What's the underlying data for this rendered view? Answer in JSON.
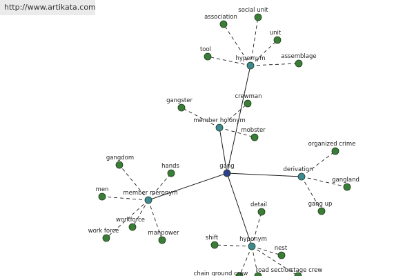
{
  "banner": {
    "url": "http://www.artikata.com"
  },
  "colors": {
    "center_node": "#2b3f8c",
    "relation_node": "#3d8a93",
    "leaf_node": "#3a7d36",
    "edge": "#1a1a1a"
  },
  "graph": {
    "center": {
      "id": "gang",
      "label": "gang"
    },
    "relations": [
      {
        "id": "hypernym",
        "label": "hypernym",
        "children": [
          "association",
          "social unit",
          "unit",
          "tool",
          "assemblage"
        ]
      },
      {
        "id": "member-holonym",
        "label": "member holonym",
        "children": [
          "gangster",
          "crewman",
          "mobster"
        ]
      },
      {
        "id": "derivation",
        "label": "derivation",
        "children": [
          "organized crime",
          "gangland",
          "gang up"
        ]
      },
      {
        "id": "member-meronym",
        "label": "member meronym",
        "children": [
          "gangdom",
          "hands",
          "men",
          "workforce",
          "work force",
          "manpower"
        ]
      },
      {
        "id": "hyponym",
        "label": "hyponym",
        "children": [
          "detail",
          "shift",
          "nest",
          "road section",
          "stage crew",
          "chain ground crew"
        ]
      }
    ]
  }
}
